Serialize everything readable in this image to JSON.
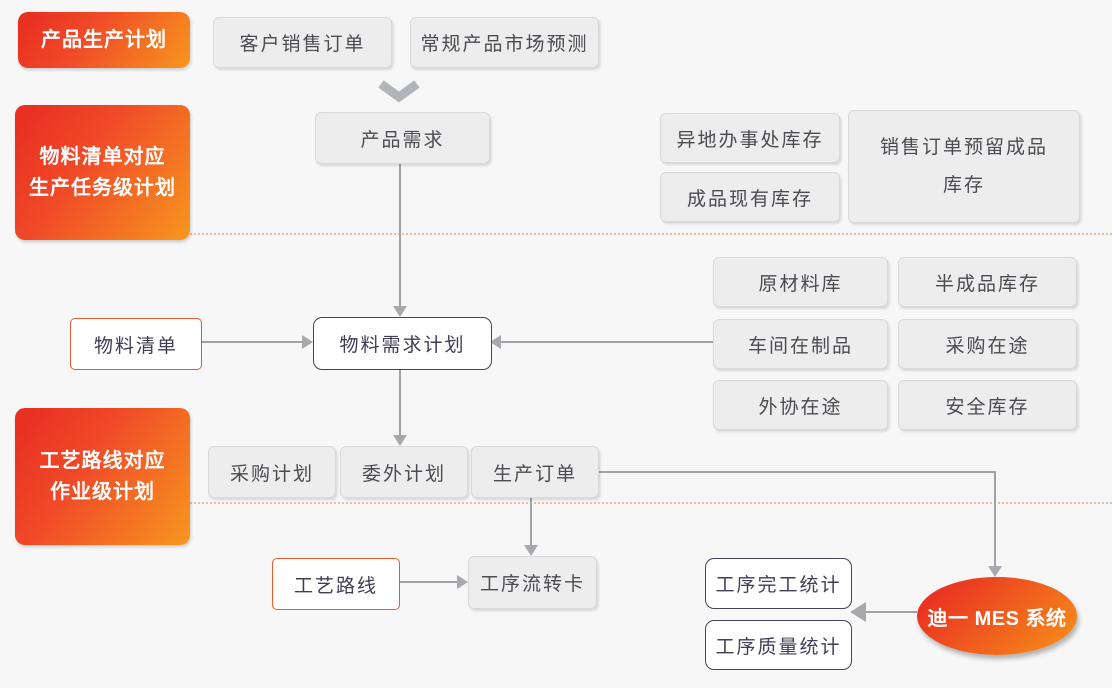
{
  "colors": {
    "stage_gradient_start": "#e93122",
    "stage_gradient_end": "#f7941e",
    "gray_node_bg": "#ededee",
    "navy_outline": "#454459",
    "orange_outline": "#e55a33",
    "connector_gray": "#a0a2a6",
    "dotted_divider": "#f0ab8d",
    "background": "#f7f7f8"
  },
  "stages": [
    {
      "lines": [
        "产品生产计划"
      ]
    },
    {
      "lines": [
        "物料清单对应",
        "生产任务级计划"
      ]
    },
    {
      "lines": [
        "工艺路线对应",
        "作业级计划"
      ]
    }
  ],
  "nodes": {
    "customer_sales_order": "客户销售订单",
    "regular_product_market_forecast": "常规产品市场预测",
    "product_demand": "产品需求",
    "remote_office_inventory": "异地办事处库存",
    "finished_goods_on_hand": "成品现有库存",
    "sales_order_reserved_finished_inventory": "销售订单预留成品库存",
    "bom": "物料清单",
    "mrp": "物料需求计划",
    "raw_material_warehouse": "原材料库",
    "semi_finished_inventory": "半成品库存",
    "workshop_wip": "车间在制品",
    "purchase_in_transit": "采购在途",
    "outsourcing_in_transit": "外协在途",
    "safety_stock": "安全库存",
    "purchase_plan": "采购计划",
    "outsourcing_plan": "委外计划",
    "production_order": "生产订单",
    "process_route": "工艺路线",
    "process_flow_card": "工序流转卡",
    "process_completion_stats": "工序完工统计",
    "process_quality_stats": "工序质量统计",
    "mes_system": "迪一 MES 系统"
  }
}
